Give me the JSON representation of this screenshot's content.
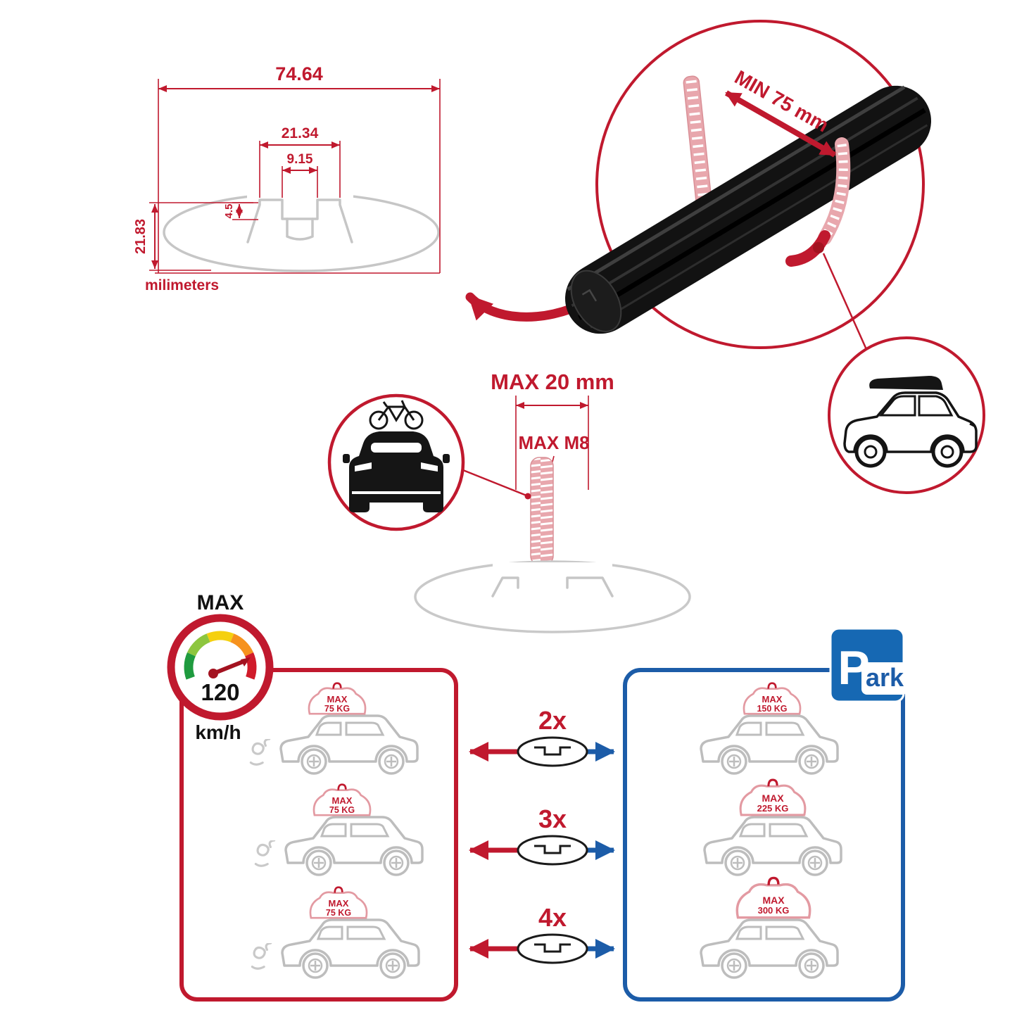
{
  "colors": {
    "red": "#c0192e",
    "blue": "#1c5ca8",
    "gray": "#c6c6c6",
    "black": "#111111"
  },
  "cross_section": {
    "total_width": "74.64",
    "channel_width": "21.34",
    "slot_width": "9.15",
    "lip_height": "4.5",
    "total_height": "21.83",
    "unit": "milimeters"
  },
  "clamp": {
    "min_label": "MIN 75 mm"
  },
  "bolt": {
    "max_length": "MAX 20 mm",
    "max_thread": "MAX M8"
  },
  "speed": {
    "label": "MAX",
    "value": "120",
    "unit": "km/h"
  },
  "multipliers": [
    "2x",
    "3x",
    "4x"
  ],
  "driving": {
    "bags": [
      {
        "line1": "MAX",
        "line2": "75 KG"
      },
      {
        "line1": "MAX",
        "line2": "75 KG"
      },
      {
        "line1": "MAX",
        "line2": "75 KG"
      }
    ]
  },
  "parking": {
    "sign_p": "P",
    "sign_suffix": "ark",
    "bags": [
      {
        "line1": "MAX",
        "line2": "150 KG"
      },
      {
        "line1": "MAX",
        "line2": "225 KG"
      },
      {
        "line1": "MAX",
        "line2": "300 KG"
      }
    ]
  }
}
